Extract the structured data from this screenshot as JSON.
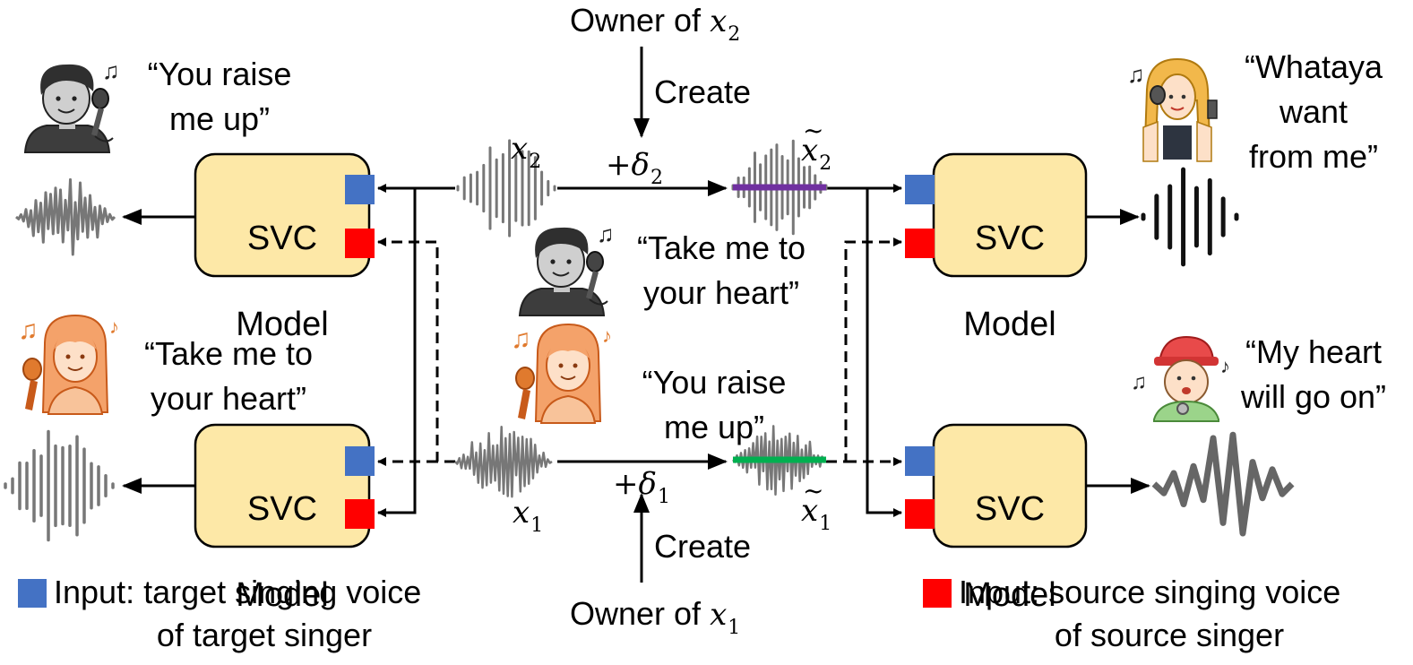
{
  "models": [
    {
      "line1": "SVC",
      "line2": "Model"
    },
    {
      "line1": "SVC",
      "line2": "Model"
    },
    {
      "line1": "SVC",
      "line2": "Model"
    },
    {
      "line1": "SVC",
      "line2": "Model"
    }
  ],
  "lyrics": {
    "top_left": [
      "“You raise",
      "me up”"
    ],
    "mid_left": [
      "“Take me to",
      "your heart”"
    ],
    "center_upper": [
      "“Take me to",
      "your heart”"
    ],
    "center_lower": [
      "“You raise",
      "me up”"
    ],
    "top_right": [
      "“Whataya",
      "want",
      "from me”"
    ],
    "mid_right": [
      "“My heart",
      "will go on”"
    ]
  },
  "owners": {
    "top": {
      "prefix": "Owner of",
      "var": "x",
      "sub": "2"
    },
    "bottom": {
      "prefix": "Owner of",
      "var": "x",
      "sub": "1"
    }
  },
  "create_label": "Create",
  "signals": {
    "x2": {
      "var": "x",
      "sub": "2"
    },
    "x1": {
      "var": "x",
      "sub": "1"
    },
    "x2_tilde": {
      "var": "x",
      "sub": "2"
    },
    "x1_tilde": {
      "var": "x",
      "sub": "1"
    },
    "delta2": {
      "op": "+",
      "var": "δ",
      "sub": "2"
    },
    "delta1": {
      "op": "+",
      "var": "δ",
      "sub": "1"
    }
  },
  "legend": {
    "blue": {
      "color": "#4472c4",
      "line1": "Input: target singing voice",
      "line2": "of target singer"
    },
    "red": {
      "color": "#ff0000",
      "line1": "Input: source singing voice",
      "line2": "of source singer"
    }
  },
  "colors": {
    "box_fill": "#fde8a7",
    "box_stroke": "#000000",
    "input_blue": "#4472c4",
    "input_red": "#ff0000",
    "perturb_purple": "#7030a0",
    "perturb_green": "#00b050",
    "singer_orange": "#e07a2e",
    "wave_gray": "#777777"
  },
  "icons": [
    "male-singer-icon",
    "female-singer-icon",
    "blonde-singer-icon",
    "cap-singer-icon"
  ]
}
